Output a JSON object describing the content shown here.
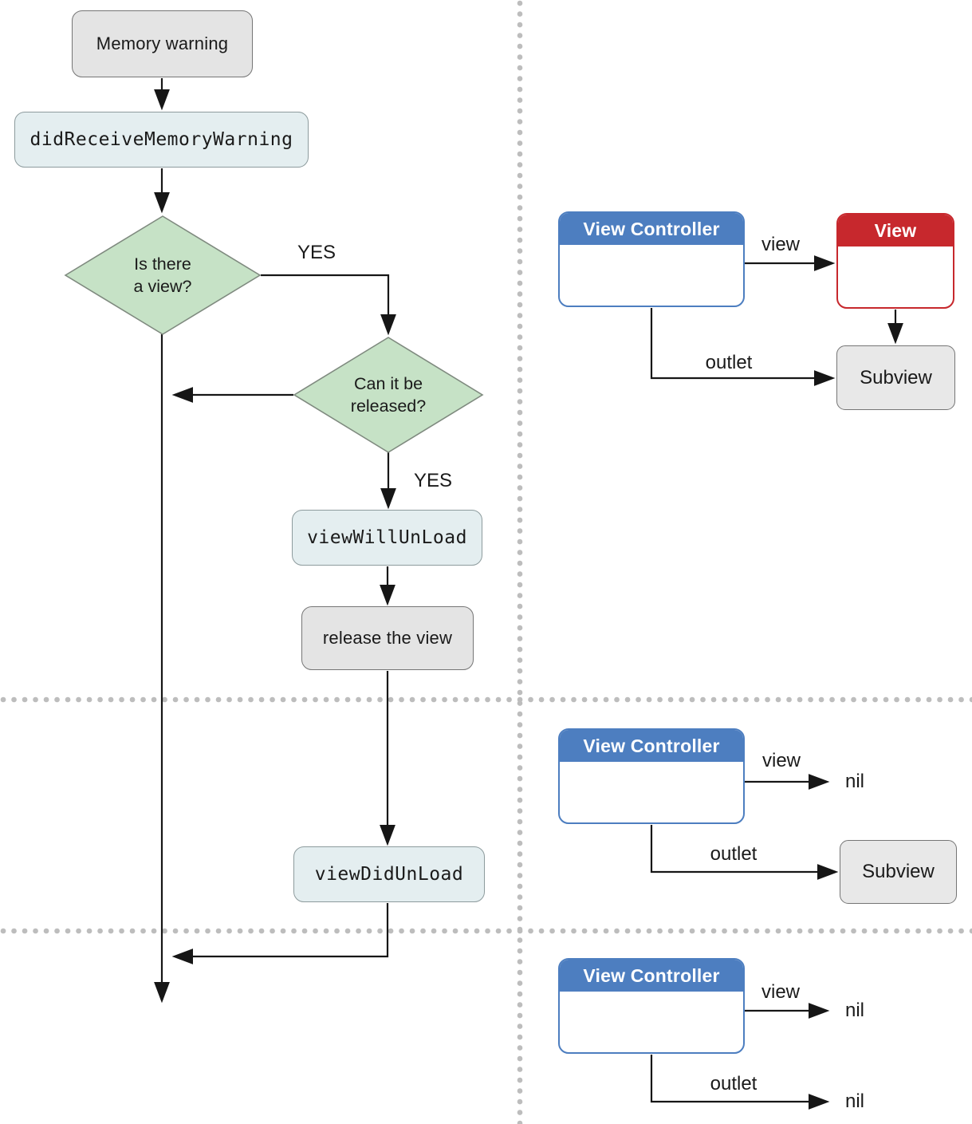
{
  "colors": {
    "node_gray_fill": "#e4e4e4",
    "node_gray_border": "#757575",
    "node_teal_fill": "#e4eef0",
    "node_teal_border": "#8d9b9d",
    "diamond_fill": "#c6e2c6",
    "diamond_border": "#7f8a7f",
    "controller_blue": "#4d7ec0",
    "view_red": "#c7282d",
    "subview_fill": "#e8e8e8",
    "wire_black": "#161616",
    "dot_gray": "#bdbdbd",
    "text_dark": "#1a1a1a"
  },
  "flowchart": {
    "start": "Memory warning",
    "did_receive": "didReceiveMemoryWarning",
    "decision1": {
      "line1": "Is there",
      "line2": "a view?",
      "yes_label": "YES"
    },
    "decision2": {
      "line1": "Can it be",
      "line2": "released?",
      "yes_label": "YES"
    },
    "view_will_unload": "viewWillUnLoad",
    "release_view": "release the view",
    "view_did_unload": "viewDidUnLoad"
  },
  "panels": [
    {
      "controller_title": "View Controller",
      "view_edge_label": "view",
      "view_target_title": "View",
      "outlet_edge_label": "outlet",
      "outlet_target_title": "Subview"
    },
    {
      "controller_title": "View Controller",
      "view_edge_label": "view",
      "view_target": "nil",
      "outlet_edge_label": "outlet",
      "outlet_target_title": "Subview"
    },
    {
      "controller_title": "View Controller",
      "view_edge_label": "view",
      "view_target": "nil",
      "outlet_edge_label": "outlet",
      "outlet_target": "nil"
    }
  ]
}
